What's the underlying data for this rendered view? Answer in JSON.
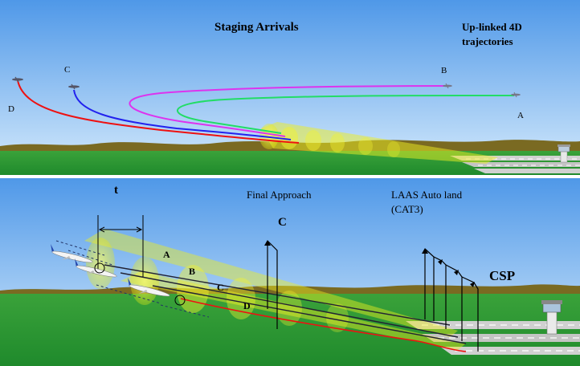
{
  "top_panel": {
    "title": "Staging Arrivals",
    "note_line1": "Up-linked 4D",
    "note_line2": "trajectories",
    "aircraft_labels": {
      "a": "A",
      "b": "B",
      "c": "C",
      "d": "D"
    },
    "colors": {
      "a": "#22dd66",
      "b": "#dd33ee",
      "c": "#2222ee",
      "d": "#ee1111"
    }
  },
  "bottom_panel": {
    "time_label": "t",
    "final_approach_label": "Final Approach",
    "autoland_line1": "LAAS Auto land",
    "autoland_line2": "(CAT3)",
    "c_marker_label": "C",
    "csp_label": "CSP",
    "aircraft_labels": {
      "a": "A",
      "b": "B",
      "c": "C",
      "d": "D"
    }
  },
  "colors": {
    "sky_top": "#56a0ec",
    "sky_bottom": "#cfe7fb",
    "ground": "#2f9a36",
    "hills": "#7a6a22",
    "corridor": "#f2f230",
    "runway": "#c8c8c8"
  }
}
